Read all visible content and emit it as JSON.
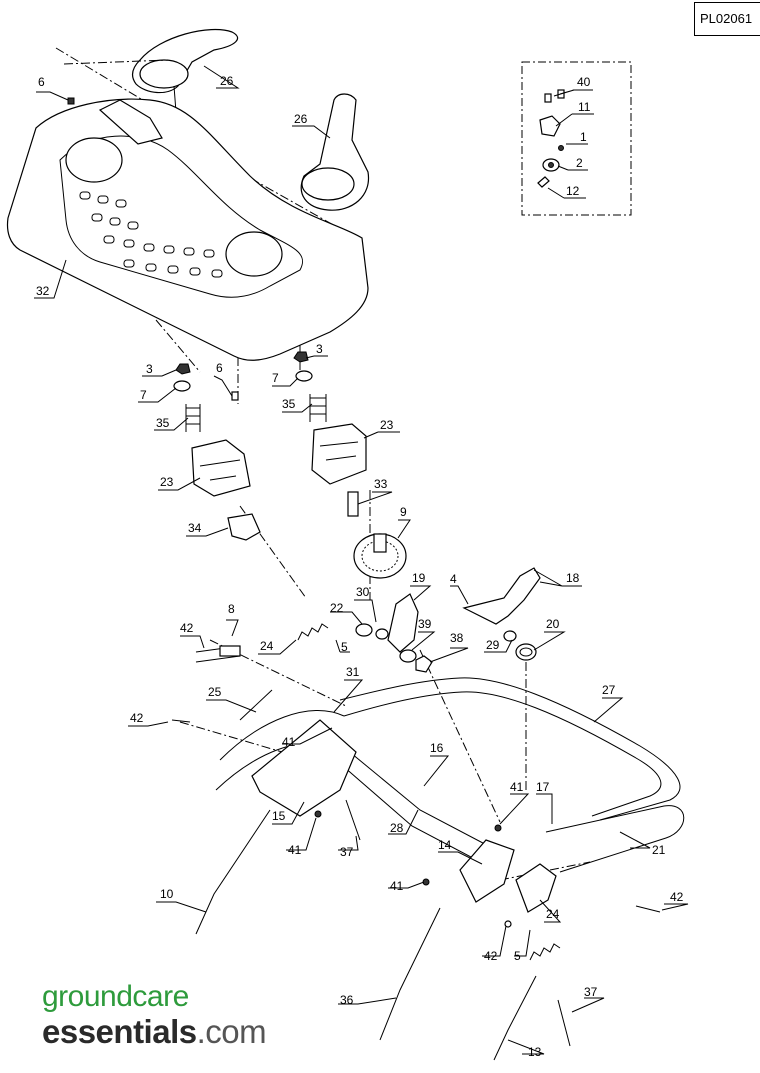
{
  "diagram_code": "PL02061",
  "brand": {
    "line1": "groundcare",
    "line2": "essentials",
    "suffix": ".com",
    "color_green": "#2e9b3c",
    "color_dark": "#2a2a2a"
  },
  "callouts": [
    {
      "id": "c40",
      "text": "40"
    },
    {
      "id": "c11",
      "text": "11"
    },
    {
      "id": "c1",
      "text": "1"
    },
    {
      "id": "c2",
      "text": "2"
    },
    {
      "id": "c12",
      "text": "12"
    },
    {
      "id": "c6a",
      "text": "6"
    },
    {
      "id": "c26a",
      "text": "26"
    },
    {
      "id": "c26b",
      "text": "26"
    },
    {
      "id": "c32",
      "text": "32"
    },
    {
      "id": "c3a",
      "text": "3"
    },
    {
      "id": "c3b",
      "text": "3"
    },
    {
      "id": "c6b",
      "text": "6"
    },
    {
      "id": "c7a",
      "text": "7"
    },
    {
      "id": "c7b",
      "text": "7"
    },
    {
      "id": "c35a",
      "text": "35"
    },
    {
      "id": "c35b",
      "text": "35"
    },
    {
      "id": "c23a",
      "text": "23"
    },
    {
      "id": "c23b",
      "text": "23"
    },
    {
      "id": "c33",
      "text": "33"
    },
    {
      "id": "c9",
      "text": "9"
    },
    {
      "id": "c34",
      "text": "34"
    },
    {
      "id": "c19",
      "text": "19"
    },
    {
      "id": "c4",
      "text": "4"
    },
    {
      "id": "c18",
      "text": "18"
    },
    {
      "id": "c8",
      "text": "8"
    },
    {
      "id": "c30",
      "text": "30"
    },
    {
      "id": "c22",
      "text": "22"
    },
    {
      "id": "c42a",
      "text": "42"
    },
    {
      "id": "c24a",
      "text": "24"
    },
    {
      "id": "c5a",
      "text": "5"
    },
    {
      "id": "c39",
      "text": "39"
    },
    {
      "id": "c38",
      "text": "38"
    },
    {
      "id": "c29",
      "text": "29"
    },
    {
      "id": "c20",
      "text": "20"
    },
    {
      "id": "c31",
      "text": "31"
    },
    {
      "id": "c25",
      "text": "25"
    },
    {
      "id": "c27",
      "text": "27"
    },
    {
      "id": "c42b",
      "text": "42"
    },
    {
      "id": "c41a",
      "text": "41"
    },
    {
      "id": "c16",
      "text": "16"
    },
    {
      "id": "c41b",
      "text": "41"
    },
    {
      "id": "c17",
      "text": "17"
    },
    {
      "id": "c15",
      "text": "15"
    },
    {
      "id": "c41c",
      "text": "41"
    },
    {
      "id": "c37a",
      "text": "37"
    },
    {
      "id": "c28",
      "text": "28"
    },
    {
      "id": "c14",
      "text": "14"
    },
    {
      "id": "c21",
      "text": "21"
    },
    {
      "id": "c10",
      "text": "10"
    },
    {
      "id": "c41d",
      "text": "41"
    },
    {
      "id": "c42c",
      "text": "42"
    },
    {
      "id": "c24b",
      "text": "24"
    },
    {
      "id": "c42d",
      "text": "42"
    },
    {
      "id": "c5b",
      "text": "5"
    },
    {
      "id": "c36",
      "text": "36"
    },
    {
      "id": "c37b",
      "text": "37"
    },
    {
      "id": "c13",
      "text": "13"
    }
  ]
}
